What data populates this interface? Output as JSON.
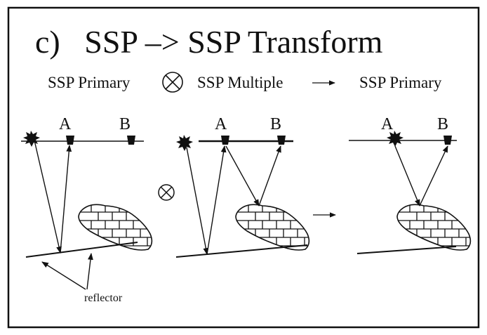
{
  "title": "c)   SSP –> SSP Transform",
  "legend": {
    "input": "SSP Primary",
    "operator_symbol": "⊗",
    "multiple": "SSP Multiple",
    "arrow": "→",
    "output": "SSP Primary"
  },
  "panels": [
    {
      "station_a": "A",
      "station_b": "B"
    },
    {
      "station_a": "A",
      "station_b": "B"
    },
    {
      "station_a": "A",
      "station_b": "B"
    }
  ],
  "operators": {
    "convolve": "⊗",
    "yields": "→"
  },
  "annotation": "reflector",
  "colors": {
    "ink": "#111111",
    "background": "#ffffff"
  },
  "icons": [
    "source-burst-icon",
    "receiver-icon",
    "brick-salt-body-icon",
    "otimes-icon",
    "arrow-icon"
  ]
}
